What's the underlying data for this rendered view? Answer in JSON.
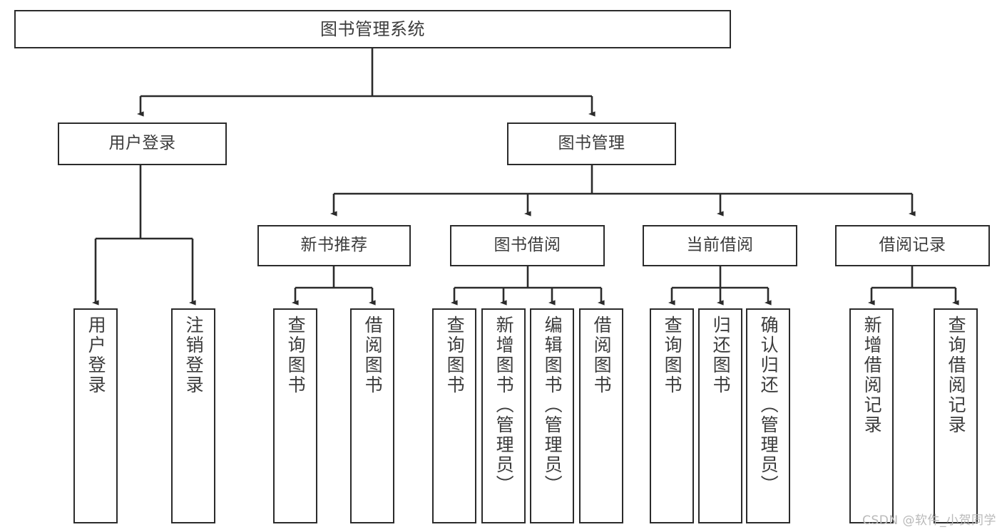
{
  "diagram": {
    "title": "图书管理系统",
    "type": "hierarchy-tree",
    "watermark": "CSDN @软件_小贺同学",
    "colors": {
      "stroke": "#2b2b2b",
      "fill": "#ffffff",
      "text": "#3c3c3c",
      "watermark": "#b9b9b9"
    },
    "nodes": {
      "root": {
        "label": "图书管理系统",
        "level": 0
      },
      "user_login": {
        "label": "用户登录",
        "level": 1
      },
      "book_manage": {
        "label": "图书管理",
        "level": 1
      },
      "new_book_rec": {
        "label": "新书推荐",
        "level": 2
      },
      "book_borrow": {
        "label": "图书借阅",
        "level": 2
      },
      "current_borrow": {
        "label": "当前借阅",
        "level": 2
      },
      "borrow_record": {
        "label": "借阅记录",
        "level": 2
      },
      "leaf_user_login": {
        "label": "用户登录",
        "level": 3
      },
      "leaf_logout": {
        "label": "注销登录",
        "level": 3
      },
      "leaf_query_book_1": {
        "label": "查询图书",
        "level": 3
      },
      "leaf_borrow_book_1": {
        "label": "借阅图书",
        "level": 3
      },
      "leaf_query_book_2": {
        "label": "查询图书",
        "level": 3
      },
      "leaf_add_book": {
        "label": "新增图书（管理员）",
        "level": 3
      },
      "leaf_edit_book": {
        "label": "编辑图书（管理员）",
        "level": 3
      },
      "leaf_borrow_book_2": {
        "label": "借阅图书",
        "level": 3
      },
      "leaf_query_book_3": {
        "label": "查询图书",
        "level": 3
      },
      "leaf_return_book": {
        "label": "归还图书",
        "level": 3
      },
      "leaf_confirm_return": {
        "label": "确认归还（管理员）",
        "level": 3
      },
      "leaf_add_record": {
        "label": "新增借阅记录",
        "level": 3
      },
      "leaf_query_record": {
        "label": "查询借阅记录",
        "level": 3
      }
    },
    "edges": [
      {
        "from": "root",
        "to": "user_login"
      },
      {
        "from": "root",
        "to": "book_manage"
      },
      {
        "from": "user_login",
        "to": "leaf_user_login"
      },
      {
        "from": "user_login",
        "to": "leaf_logout"
      },
      {
        "from": "book_manage",
        "to": "new_book_rec"
      },
      {
        "from": "book_manage",
        "to": "book_borrow"
      },
      {
        "from": "book_manage",
        "to": "current_borrow"
      },
      {
        "from": "book_manage",
        "to": "borrow_record"
      },
      {
        "from": "new_book_rec",
        "to": "leaf_query_book_1"
      },
      {
        "from": "new_book_rec",
        "to": "leaf_borrow_book_1"
      },
      {
        "from": "book_borrow",
        "to": "leaf_query_book_2"
      },
      {
        "from": "book_borrow",
        "to": "leaf_add_book"
      },
      {
        "from": "book_borrow",
        "to": "leaf_edit_book"
      },
      {
        "from": "book_borrow",
        "to": "leaf_borrow_book_2"
      },
      {
        "from": "current_borrow",
        "to": "leaf_query_book_3"
      },
      {
        "from": "current_borrow",
        "to": "leaf_return_book"
      },
      {
        "from": "current_borrow",
        "to": "leaf_confirm_return"
      },
      {
        "from": "borrow_record",
        "to": "leaf_add_record"
      },
      {
        "from": "borrow_record",
        "to": "leaf_query_record"
      }
    ]
  }
}
